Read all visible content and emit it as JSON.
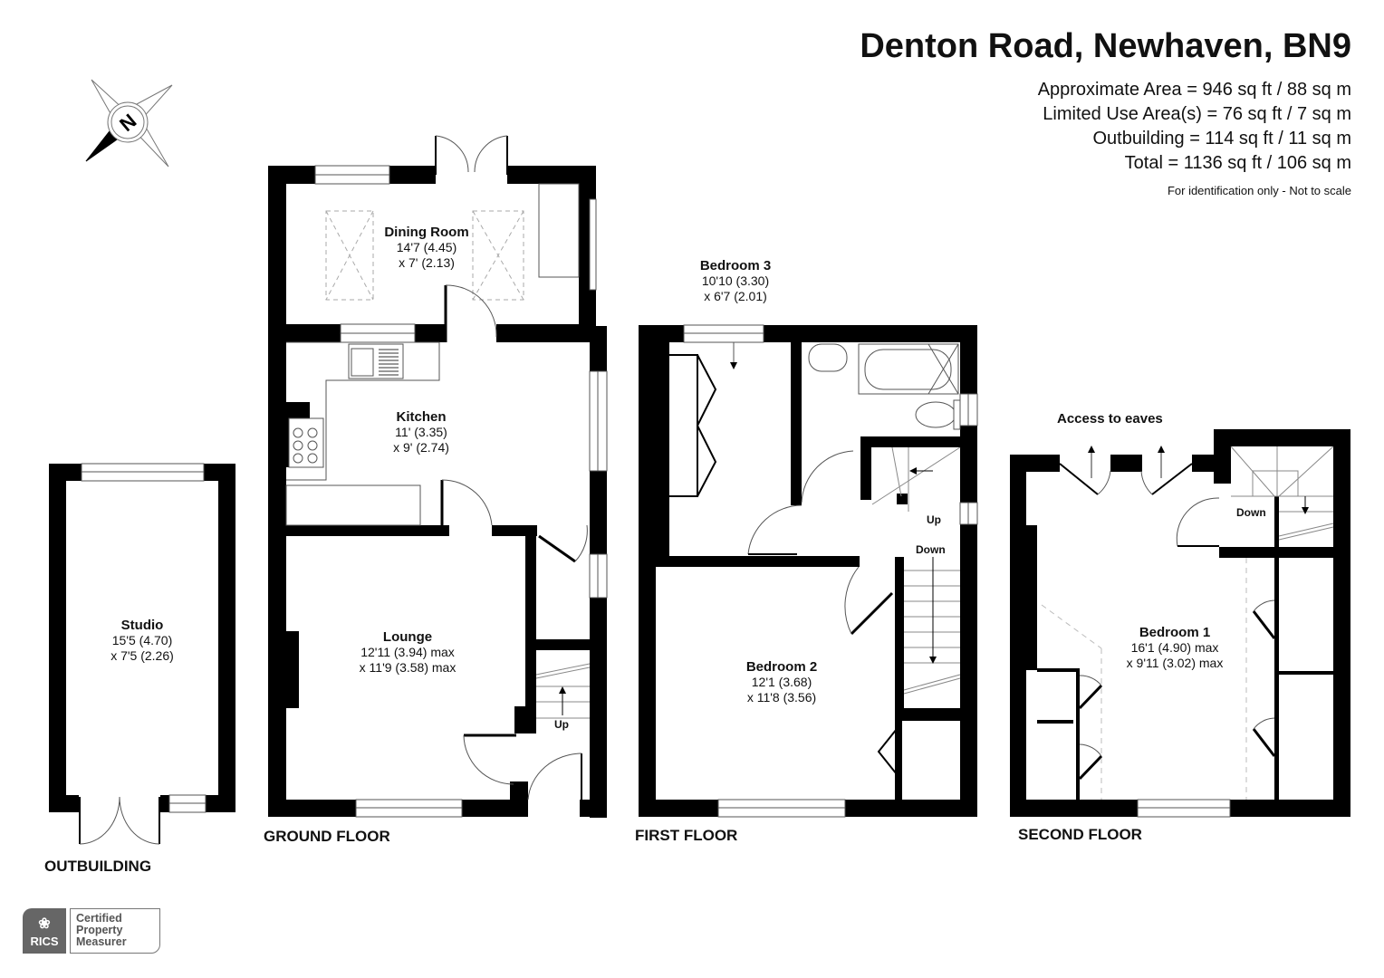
{
  "header": {
    "title": "Denton Road, Newhaven, BN9",
    "areas": [
      "Approximate Area = 946 sq ft / 88 sq m",
      "Limited Use Area(s) = 76 sq ft / 7 sq m",
      "Outbuilding = 114 sq ft / 11 sq m",
      "Total = 1136 sq ft / 106 sq m"
    ],
    "note": "For identification only - Not to scale"
  },
  "compass": {
    "label": "N",
    "icon": "compass-rose-icon"
  },
  "floors": {
    "outbuilding": {
      "label": "OUTBUILDING",
      "rooms": [
        {
          "name": "Studio",
          "dim1": "15'5 (4.70)",
          "dim2": "x 7'5 (2.26)"
        }
      ]
    },
    "ground": {
      "label": "GROUND FLOOR",
      "rooms": [
        {
          "name": "Dining Room",
          "dim1": "14'7 (4.45)",
          "dim2": "x 7' (2.13)"
        },
        {
          "name": "Kitchen",
          "dim1": "11' (3.35)",
          "dim2": "x 9' (2.74)"
        },
        {
          "name": "Lounge",
          "dim1": "12'11 (3.94) max",
          "dim2": "x 11'9 (3.58) max"
        }
      ],
      "stairs_label": "Up"
    },
    "first": {
      "label": "FIRST FLOOR",
      "rooms": [
        {
          "name": "Bedroom 3",
          "dim1": "10'10 (3.30)",
          "dim2": "x 6'7 (2.01)"
        },
        {
          "name": "Bedroom 2",
          "dim1": "12'1 (3.68)",
          "dim2": "x 11'8 (3.56)"
        }
      ],
      "stairs_up": "Up",
      "stairs_down": "Down"
    },
    "second": {
      "label": "SECOND FLOOR",
      "rooms": [
        {
          "name": "Bedroom 1",
          "dim1": "16'1 (4.90) max",
          "dim2": "x 9'11 (3.02) max"
        }
      ],
      "eaves_label": "Access to eaves",
      "stairs_down": "Down"
    }
  },
  "badge": {
    "org": "RICS",
    "line1": "Certified",
    "line2": "Property",
    "line3": "Measurer"
  }
}
